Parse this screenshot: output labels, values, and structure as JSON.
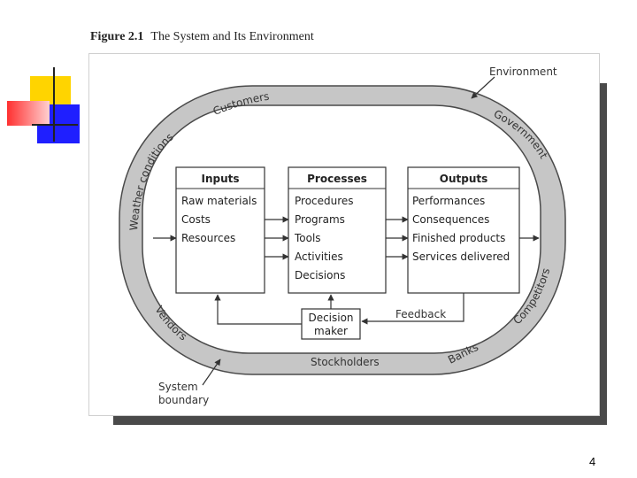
{
  "caption": {
    "figure_label": "Figure 2.1",
    "title": "The System and Its Environment"
  },
  "environment_labels": {
    "environment": "Environment",
    "customers": "Customers",
    "weather": "Weather conditions",
    "government": "Government",
    "vendors": "Vendors",
    "stockholders": "Stockholders",
    "banks": "Banks",
    "competitors": "Competitors",
    "system_boundary_line1": "System",
    "system_boundary_line2": "boundary"
  },
  "boxes": {
    "inputs": {
      "title": "Inputs",
      "items": [
        "Raw materials",
        "Costs",
        "Resources"
      ]
    },
    "processes": {
      "title": "Processes",
      "items": [
        "Procedures",
        "Programs",
        "Tools",
        "Activities",
        "Decisions"
      ]
    },
    "outputs": {
      "title": "Outputs",
      "items": [
        "Performances",
        "Consequences",
        "Finished products",
        "Services delivered"
      ]
    },
    "decision_maker": {
      "line1": "Decision",
      "line2": "maker"
    },
    "feedback": "Feedback"
  },
  "colors": {
    "ring": "#c6c6c6",
    "ring_stroke": "#4a4a4a",
    "box_stroke": "#333333",
    "shadow": "#4a4a4a"
  },
  "page_number": "4"
}
